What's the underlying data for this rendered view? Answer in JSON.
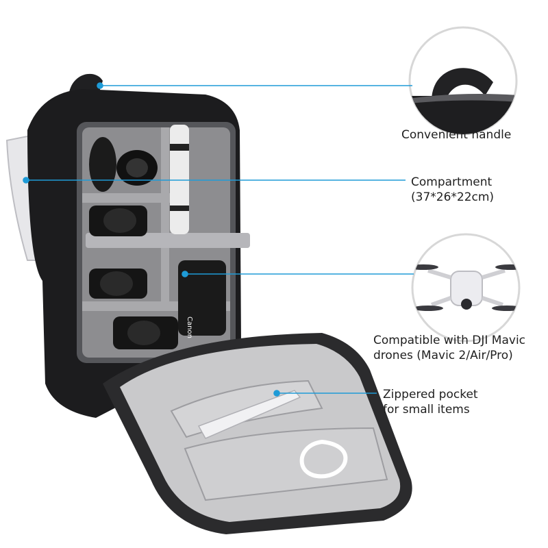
{
  "callouts": {
    "handle": {
      "line1": "Convenient handle"
    },
    "compartment": {
      "line1": "Compartment",
      "line2": "(37*26*22cm)"
    },
    "drone": {
      "line1": "Compatible with DJI Mavic",
      "line2": "drones (Mavic 2/Air/Pro)"
    },
    "pocket": {
      "line1": "Zippered pocket",
      "line2": "for small items"
    }
  },
  "colors": {
    "leader_line": "#1e9bd7",
    "bag_body": "#1c1c1e",
    "interior": "#8d8d90",
    "lining": "#c9c9cb"
  },
  "logo_text": "Canon"
}
